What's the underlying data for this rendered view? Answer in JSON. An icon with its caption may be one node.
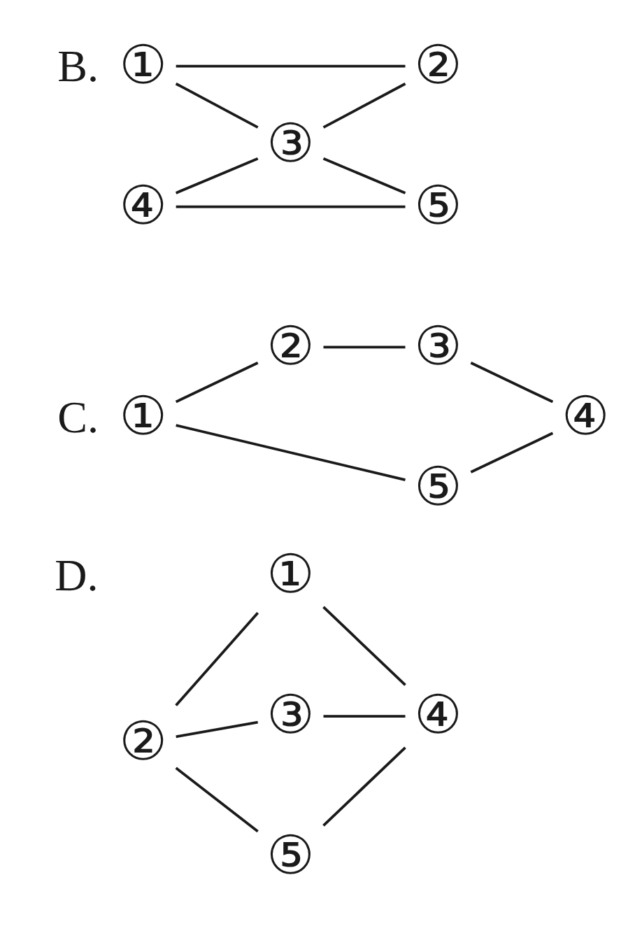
{
  "diagram": {
    "nodes": [
      {
        "text": [
          "①"
        ]
      },
      {
        "text": [
          "②"
        ]
      },
      {
        "text": [
          "③"
        ]
      },
      {
        "text": [
          "④"
        ]
      },
      {
        "text": [
          "⑤"
        ]
      },
      {
        "text": [
          "①"
        ]
      },
      {
        "text": [
          "②"
        ]
      },
      {
        "text": [
          "③"
        ]
      },
      {
        "text": [
          "④"
        ]
      },
      {
        "text": [
          "⑤"
        ]
      },
      {
        "text": [
          "①"
        ]
      },
      {
        "text": [
          "②"
        ]
      },
      {
        "text": [
          "③"
        ]
      },
      {
        "text": [
          "④"
        ]
      },
      {
        "text": [
          "⑤"
        ]
      }
    ],
    "edges": [
      {
        "from": 0,
        "to": 1,
        "arrow": "none"
      },
      {
        "from": 0,
        "to": 2,
        "arrow": "none"
      },
      {
        "from": 2,
        "to": 1,
        "arrow": "none"
      },
      {
        "from": 3,
        "to": 2,
        "arrow": "none"
      },
      {
        "from": 2,
        "to": 4,
        "arrow": "none"
      },
      {
        "from": 3,
        "to": 4,
        "arrow": "none"
      },
      {
        "from": 5,
        "to": 6,
        "arrow": "none"
      },
      {
        "from": 6,
        "to": 7,
        "arrow": "none"
      },
      {
        "from": 7,
        "to": 8,
        "arrow": "none"
      },
      {
        "from": 5,
        "to": 9,
        "arrow": "none"
      },
      {
        "from": 9,
        "to": 8,
        "arrow": "none"
      },
      {
        "from": 11,
        "to": 10,
        "arrow": "none"
      },
      {
        "from": 10,
        "to": 13,
        "arrow": "none"
      },
      {
        "from": 11,
        "to": 12,
        "arrow": "none"
      },
      {
        "from": 12,
        "to": 13,
        "arrow": "none"
      },
      {
        "from": 11,
        "to": 14,
        "arrow": "none"
      },
      {
        "from": 14,
        "to": 13,
        "arrow": "none"
      }
    ],
    "labels": [
      "B.",
      "C.",
      "D."
    ]
  }
}
